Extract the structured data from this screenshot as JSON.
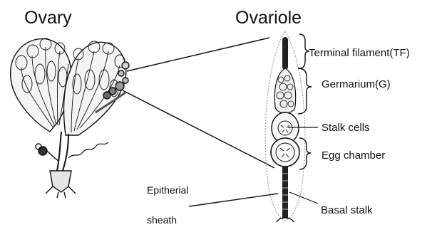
{
  "titles": {
    "ovary": "Ovary",
    "ovariole": "Ovariole"
  },
  "labels": {
    "terminal_filament": "Terminal filament(TF)",
    "germarium": "Germarium(G)",
    "stalk_cells": "Stalk cells",
    "egg_chamber": "Egg chamber",
    "basal_stalk": "Basal stalk",
    "epitherial_line1": "Epitherial",
    "epitherial_line2": "sheath"
  },
  "colors": {
    "ink": "#111111",
    "sheath": "#9a9a9a"
  }
}
